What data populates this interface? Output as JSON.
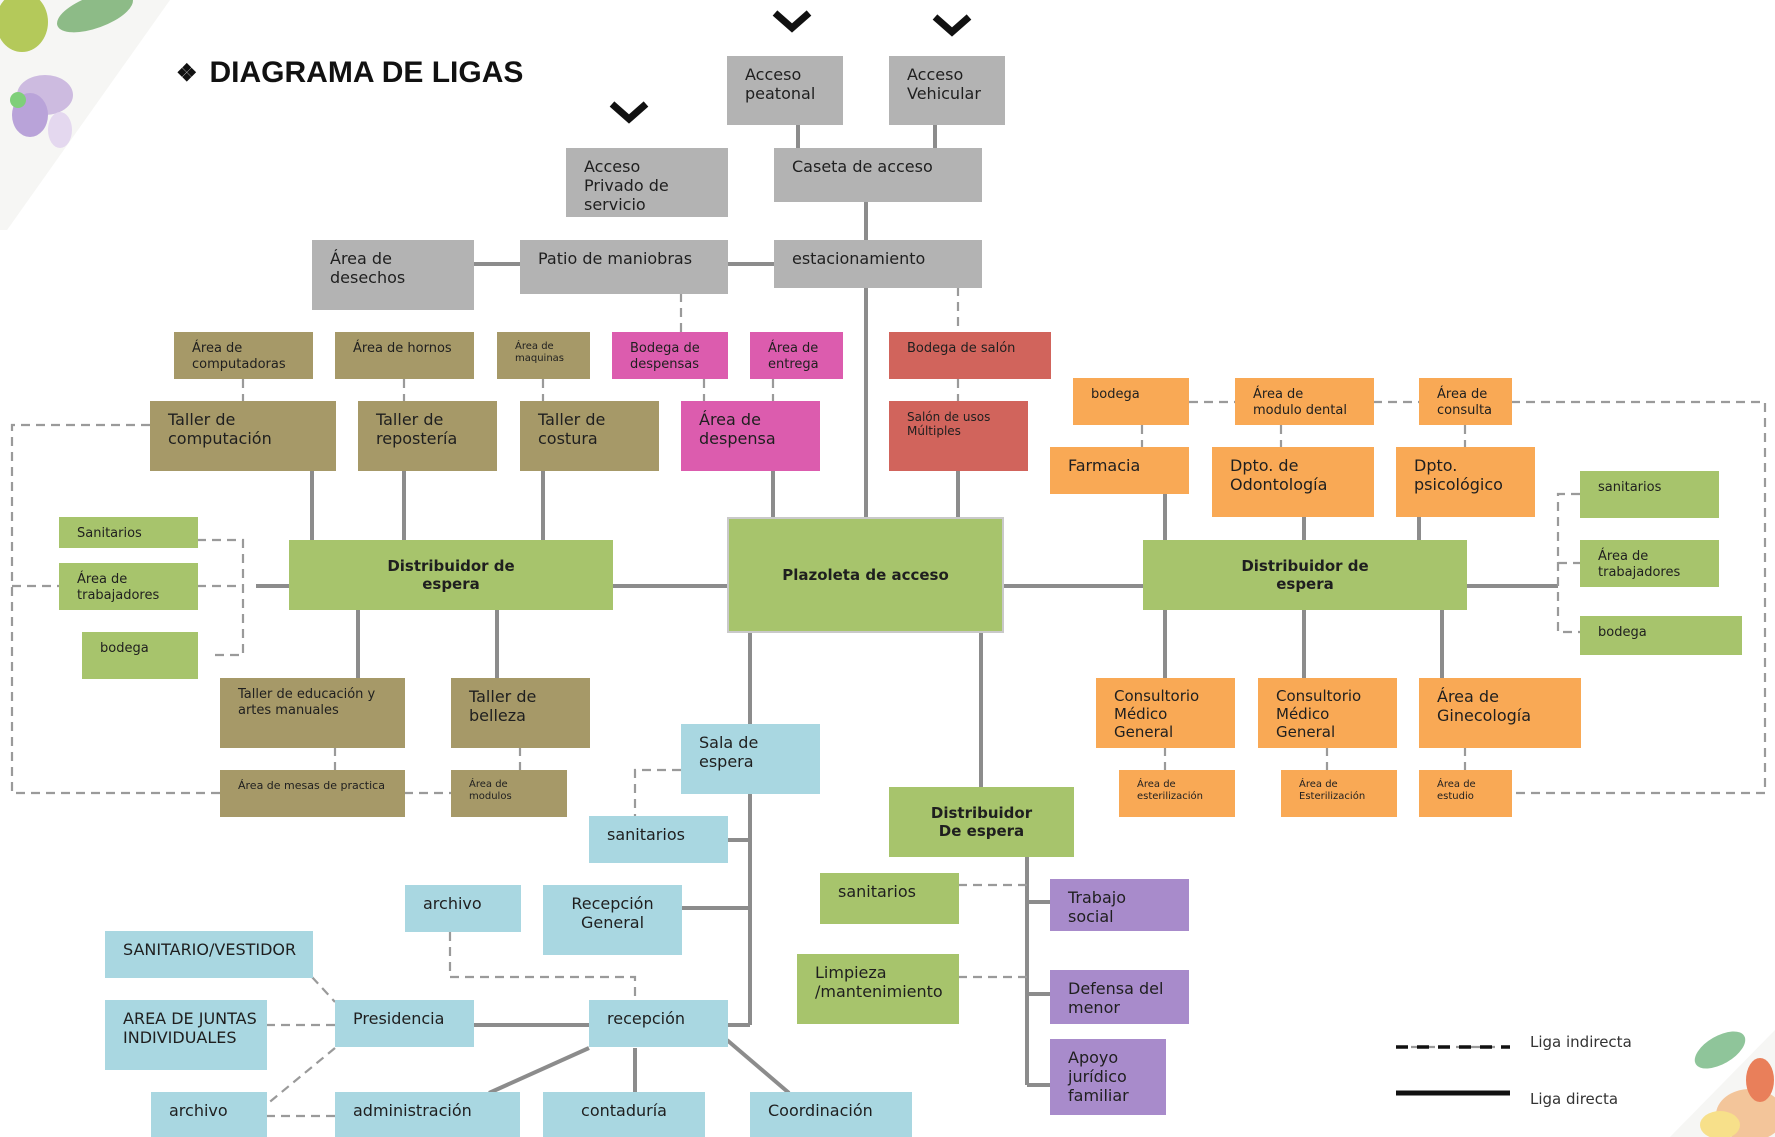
{
  "title": "DIAGRAMA DE LIGAS",
  "title_bullet": "❖",
  "colors": {
    "gray": "#b3b3b3",
    "olive": "#a69968",
    "pink": "#dc5cae",
    "red": "#d1645c",
    "orange": "#f9a955",
    "green": "#a7c46c",
    "blue": "#a9d7e1",
    "purple": "#a88bcb",
    "line": "#8c8c8c"
  },
  "icons": {
    "access_marker": "chevron-down-icon",
    "legend_dashed": "dashed-line-icon",
    "legend_solid": "solid-line-icon"
  },
  "nodes": {
    "acceso_peatonal": "Acceso\npeatonal",
    "acceso_vehicular": "Acceso\nVehicular",
    "acceso_privado": "Acceso\nPrivado de\nservicio",
    "caseta": "Caseta de acceso",
    "area_desechos": "Área de\ndesechos",
    "patio_maniobras": "Patio de maniobras",
    "estacionamiento": "estacionamiento",
    "area_computadoras": "Área de\ncomputadoras",
    "area_hornos": "Área de hornos",
    "area_maquinas": "Área de\nmaquinas",
    "bodega_despensas": "Bodega de\ndespensas",
    "area_entrega": "Área de\nentrega",
    "bodega_salon": "Bodega de salón",
    "taller_computacion": "Taller de\ncomputación",
    "taller_reposteria": "Taller de\nrepostería",
    "taller_costura": "Taller de\ncostura",
    "area_despensa": "Área de\ndespensa",
    "salon_usos": "Salón de usos\nMúltiples",
    "bodega_or": "bodega",
    "modulo_dental": "Área de\nmodulo dental",
    "area_consulta": "Área de\nconsulta",
    "farmacia": "Farmacia",
    "odontologia": "Dpto. de\nOdontología",
    "psicologico": "Dpto.\npsicológico",
    "sanitarios_right": "sanitarios",
    "trabajadores_right": "Área de\ntrabajadores",
    "bodega_right": "bodega",
    "sanitarios_left": "Sanitarios",
    "trabajadores_left": "Área de\ntrabajadores",
    "bodega_left": "bodega",
    "distribuidor_left": "Distribuidor de\nespera",
    "plazoleta": "Plazoleta de acceso",
    "distribuidor_right": "Distribuidor de\nespera",
    "taller_educacion": "Taller de educación y\nartes manuales",
    "taller_belleza": "Taller de\nbelleza",
    "consultorio_1": "Consultorio\nMédico\nGeneral",
    "consultorio_2": "Consultorio\nMédico\nGeneral",
    "ginecologia": "Área de\nGinecología",
    "mesas_practica": "Área de mesas de practica",
    "area_modulos": "Área de\nmodulos",
    "esterilizacion_1": "Área de\nesterilización",
    "esterilizacion_2": "Área de\nEsterilización",
    "area_estudio": "Área de\nestudio",
    "sala_espera": "Sala de\nespera",
    "sanitarios_sala": "sanitarios",
    "distribuidor_bottom": "Distribuidor\nDe espera",
    "sanitarios_dist": "sanitarios",
    "trabajo_social": "Trabajo\nsocial",
    "archivo_top": "archivo",
    "recepcion_general": "Recepción\nGeneral",
    "limpieza": "Limpieza\n/mantenimiento",
    "defensa_menor": "Defensa del\nmenor",
    "sanitario_vestidor": "SANITARIO/VESTIDOR",
    "area_juntas": "AREA DE JUNTAS\nINDIVIDUALES",
    "presidencia": "Presidencia",
    "recepcion": "recepción",
    "apoyo_juridico": "Apoyo\njurídico\nfamiliar",
    "archivo_bottom": "archivo",
    "administracion": "administración",
    "contaduria": "contaduría",
    "coordinacion": "Coordinación"
  },
  "legend": {
    "indirect": "Liga indirecta",
    "direct": "Liga directa"
  }
}
